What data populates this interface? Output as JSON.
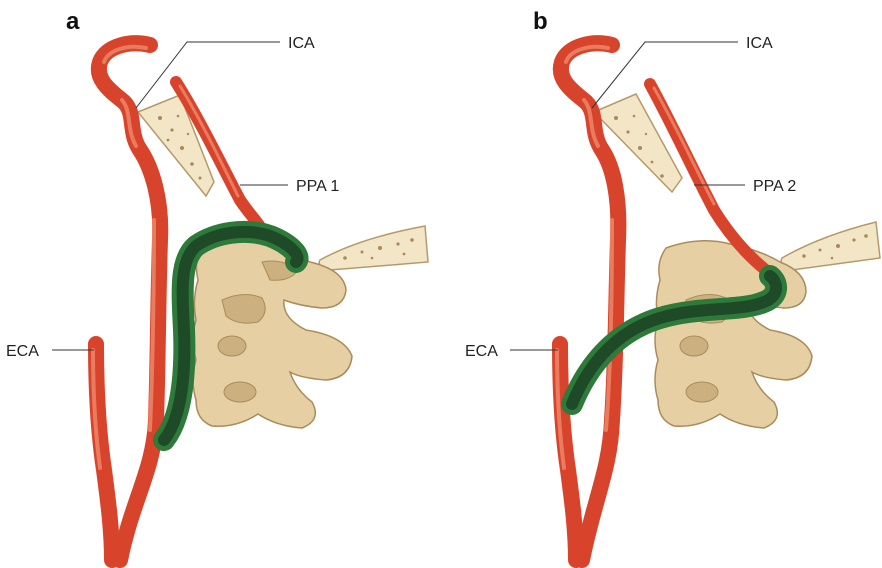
{
  "panels": [
    {
      "letter": "a",
      "labels": {
        "ica": "ICA",
        "ppa": "PPA 1",
        "eca": "ECA"
      }
    },
    {
      "letter": "b",
      "labels": {
        "ica": "ICA",
        "ppa": "PPA 2",
        "eca": "ECA"
      }
    }
  ],
  "colors": {
    "artery": "#d8432c",
    "catheter": "#2e7a3a",
    "bone": "#f3e6c6",
    "vertebra": "#e6cfa2"
  }
}
